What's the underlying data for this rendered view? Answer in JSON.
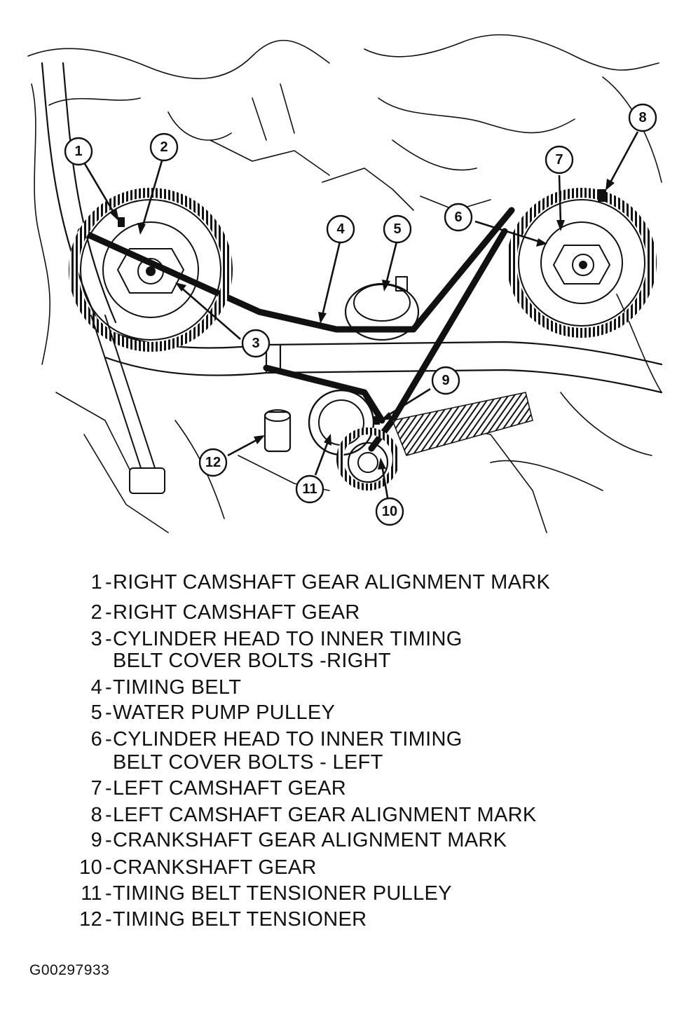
{
  "callouts": [
    {
      "number": "1"
    },
    {
      "number": "2"
    },
    {
      "number": "3"
    },
    {
      "number": "4"
    },
    {
      "number": "5"
    },
    {
      "number": "6"
    },
    {
      "number": "7"
    },
    {
      "number": "8"
    },
    {
      "number": "9"
    },
    {
      "number": "10"
    },
    {
      "number": "11"
    },
    {
      "number": "12"
    }
  ],
  "legend": [
    {
      "number": "1",
      "lines": [
        "RIGHT CAMSHAFT GEAR ALIGNMENT MARK"
      ]
    },
    {
      "number": "2",
      "lines": [
        "RIGHT CAMSHAFT GEAR"
      ]
    },
    {
      "number": "3",
      "lines": [
        "CYLINDER HEAD TO INNER TIMING",
        "BELT COVER BOLTS -RIGHT"
      ]
    },
    {
      "number": "4",
      "lines": [
        "TIMING BELT"
      ]
    },
    {
      "number": "5",
      "lines": [
        "WATER PUMP PULLEY"
      ]
    },
    {
      "number": "6",
      "lines": [
        "CYLINDER HEAD TO INNER TIMING",
        "BELT COVER BOLTS - LEFT"
      ]
    },
    {
      "number": "7",
      "lines": [
        "LEFT CAMSHAFT GEAR"
      ]
    },
    {
      "number": "8",
      "lines": [
        "LEFT CAMSHAFT GEAR ALIGNMENT MARK"
      ]
    },
    {
      "number": "9",
      "lines": [
        "CRANKSHAFT GEAR ALIGNMENT MARK"
      ]
    },
    {
      "number": "10",
      "lines": [
        "CRANKSHAFT GEAR"
      ]
    },
    {
      "number": "11",
      "lines": [
        "TIMING BELT TENSIONER PULLEY"
      ]
    },
    {
      "number": "12",
      "lines": [
        "TIMING BELT TENSIONER"
      ]
    }
  ],
  "figure_code": "G00297933"
}
